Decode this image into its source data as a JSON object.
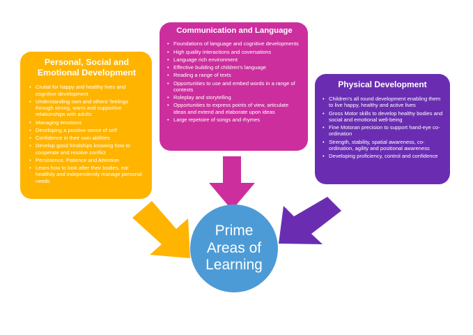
{
  "colors": {
    "psed": "#ffb400",
    "cl": "#cc2e9e",
    "pd": "#6a2db2",
    "center": "#4d9bd6",
    "arrow_yellow": "#ffb400",
    "arrow_magenta": "#cc2e9e",
    "arrow_purple": "#6a2db2"
  },
  "center": {
    "line1": "Prime",
    "line2": "Areas of",
    "line3": "Learning"
  },
  "psed": {
    "title_line1": "Personal, Social and",
    "title_line2": "Emotional Development",
    "items": [
      "Crutial for happy and healthy lives and cognitive development",
      "Understanding own and others' feelings through strong, warm and supportive relationships with adults",
      "Managing emotions",
      "Developing a positive sense of self",
      "Confidence in their own abilities",
      "Develop good frindships knowing how to cooperate and resolve conflict",
      "Persistence, Patience and Attention",
      "Learn how to look after their bodies, eat healthily and independently manage personal needs"
    ]
  },
  "cl": {
    "title": "Communication and Language",
    "items": [
      "Foundations of language and cognitive developments",
      "High quality interactions and coversations",
      "Language rich environment",
      "Effective building of children's language",
      "Reading a range of texts",
      "Opportunities to use and embed words in a range of contexts",
      "Roleplay and storytelling",
      "Opportunities to express points of view, articulate ideas and extend and elaborate upon ideas",
      "Large repetoire of songs and rhymes"
    ]
  },
  "pd": {
    "title": "Physical Development",
    "items": [
      "Children's all round development enabling them to live happy, healthy and active lives",
      "Gross Motor skills to develop healthy bodies and social and emotional well-being",
      "Fine Motoran precision to support hand-eye co-ordination",
      "Strength, stability, spatial awareness, co-ordination, agility  and positional awareness",
      "Developing proficiency, control and confidence"
    ]
  }
}
